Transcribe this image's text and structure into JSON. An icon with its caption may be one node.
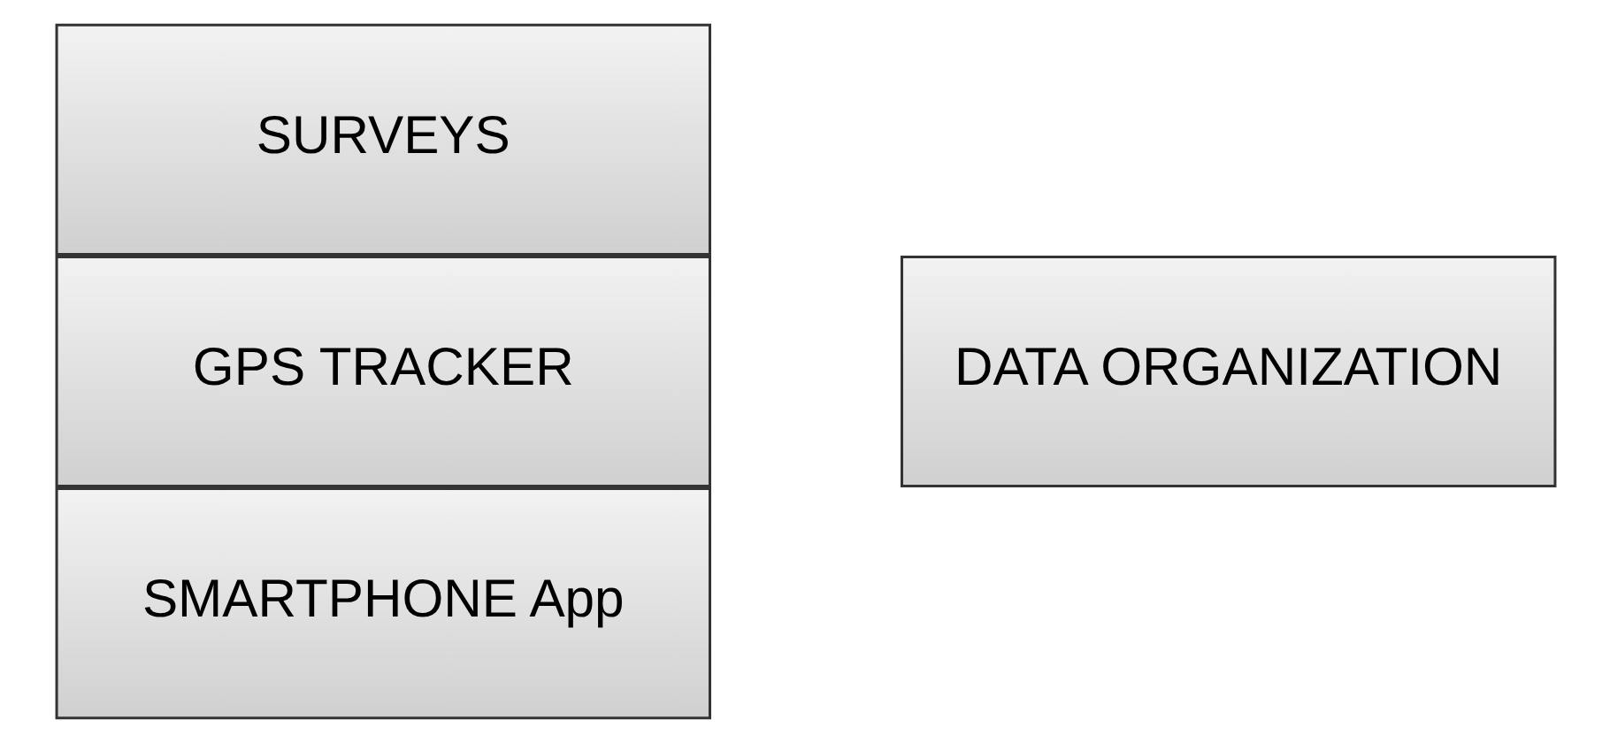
{
  "diagram": {
    "nodes": [
      {
        "text": [
          "SMARTPHONE App"
        ]
      },
      {
        "text": [
          "GPS TRACKER"
        ]
      },
      {
        "text": [
          "SURVEYS"
        ]
      },
      {
        "text": [
          "DATA ORGANIZATION"
        ]
      }
    ]
  }
}
